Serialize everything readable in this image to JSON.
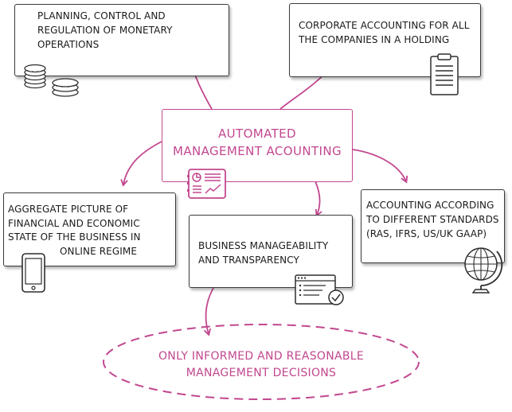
{
  "center": {
    "line1": "AUTOMATED",
    "line2": "MANAGEMENT ACOUNTING"
  },
  "boxes": {
    "planning": {
      "line1": "PLANNING, CONTROL AND",
      "line2": "REGULATION OF MONETARY",
      "line3": "OPERATIONS"
    },
    "corporate": {
      "line1": "CORPORATE ACCOUNTING FOR ALL",
      "line2": "THE COMPANIES IN A HOLDING"
    },
    "aggregate": {
      "line1": "AGGREGATE PICTURE OF",
      "line2": "FINANCIAL AND ECONOMIC",
      "line3": "STATE OF THE BUSINESS IN",
      "line4": "ONLINE REGIME"
    },
    "manageability": {
      "line1": "BUSINESS MANAGEABILITY",
      "line2": "AND TRANSPARENCY"
    },
    "standards": {
      "line1": "ACCOUNTING ACCORDING",
      "line2": "TO DIFFERENT STANDARDS",
      "line3": "(RAS, IFRS, US/UK GAAP)"
    }
  },
  "decision": {
    "line1": "ONLY INFORMED AND REASONABLE",
    "line2": "MANAGEMENT DECISIONS"
  },
  "icons": [
    "coins-icon",
    "clipboard-icon",
    "report-icon",
    "smartphone-icon",
    "browser-checklist-icon",
    "globe-icon"
  ],
  "colors": {
    "accent": "#c2478f",
    "border": "#3a3a3a",
    "text": "#1a1a1a"
  }
}
